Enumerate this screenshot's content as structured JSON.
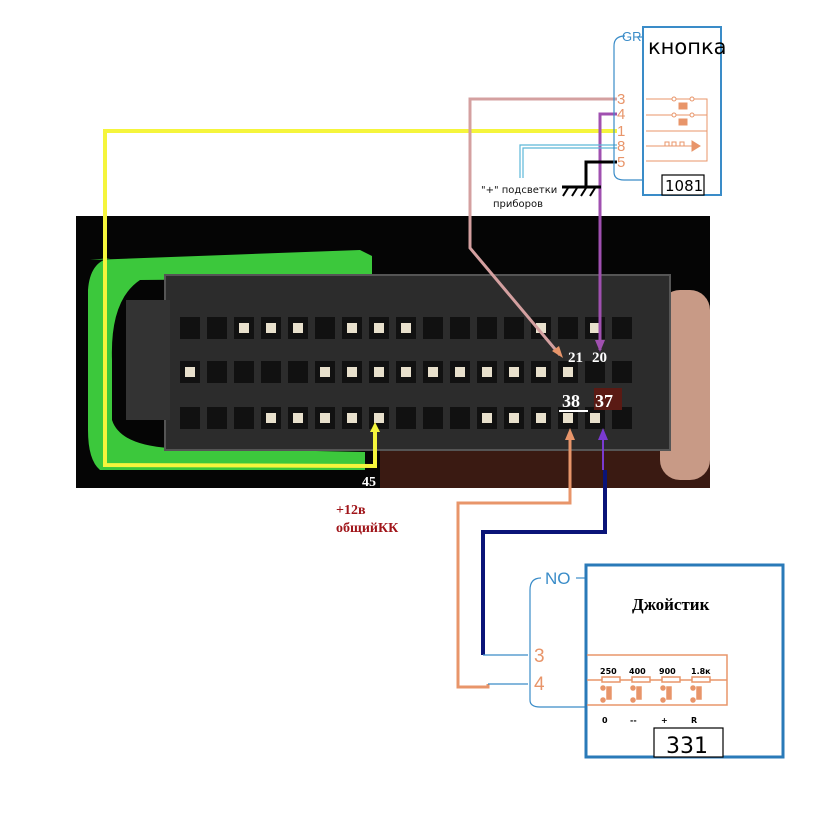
{
  "button_module": {
    "title": "кнопка",
    "group_label": "GR",
    "part_code": "1081",
    "pins": [
      "3",
      "4",
      "1",
      "8",
      "5"
    ]
  },
  "backlight_label": {
    "line1": "\"+\" подсветки",
    "line2": "приборов"
  },
  "ecu_connector": {
    "pin_labels": {
      "p21": "21",
      "p20": "20",
      "p38": "38",
      "p37": "37",
      "p45": "45"
    }
  },
  "power_label": {
    "line1": "+12в",
    "line2": "общийКК"
  },
  "joystick_module": {
    "title": "Джойстик",
    "group_label": "NO",
    "part_code": "331",
    "pins": [
      "3",
      "4"
    ],
    "resistors": [
      "250",
      "400",
      "900",
      "1.8к"
    ],
    "buttons": [
      "0",
      "--",
      "+",
      "R"
    ]
  },
  "wire_colors": {
    "yellow": "#f5f53c",
    "pink": "#d4a0a0",
    "purple": "#a050b0",
    "cyan": "#5cb8d8",
    "black": "#000000",
    "orange": "#e8956a",
    "navy": "#0a1478",
    "module_blue": "#3a8cc8",
    "connector_green": "#3cc83c"
  }
}
